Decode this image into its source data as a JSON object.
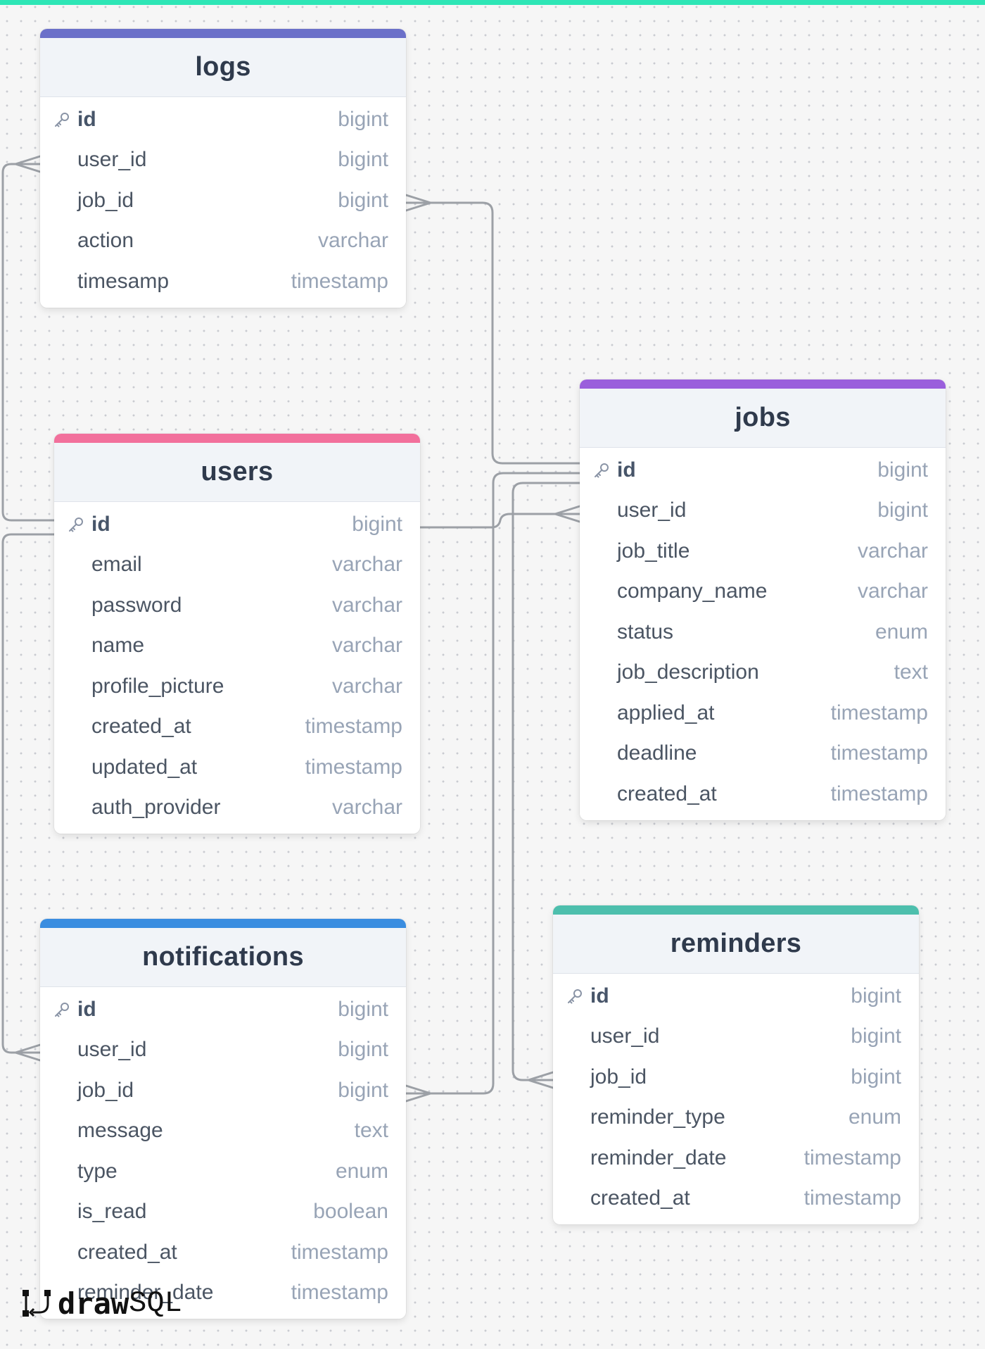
{
  "brand": {
    "word1": "draw",
    "word2": "SQL"
  },
  "colors": {
    "logs": "#6b70c9",
    "users": "#f2709c",
    "jobs": "#9a5fdc",
    "notifications": "#3a8de0",
    "reminders": "#4dbfad",
    "connector": "#9ca0a6",
    "canvas_accent": "#2ee6b6"
  },
  "tables": {
    "logs": {
      "name": "logs",
      "columns": [
        {
          "name": "id",
          "type": "bigint",
          "pk": true
        },
        {
          "name": "user_id",
          "type": "bigint"
        },
        {
          "name": "job_id",
          "type": "bigint"
        },
        {
          "name": "action",
          "type": "varchar"
        },
        {
          "name": "timesamp",
          "type": "timestamp"
        }
      ]
    },
    "users": {
      "name": "users",
      "columns": [
        {
          "name": "id",
          "type": "bigint",
          "pk": true
        },
        {
          "name": "email",
          "type": "varchar"
        },
        {
          "name": "password",
          "type": "varchar"
        },
        {
          "name": "name",
          "type": "varchar"
        },
        {
          "name": "profile_picture",
          "type": "varchar"
        },
        {
          "name": "created_at",
          "type": "timestamp"
        },
        {
          "name": "updated_at",
          "type": "timestamp"
        },
        {
          "name": "auth_provider",
          "type": "varchar"
        }
      ]
    },
    "jobs": {
      "name": "jobs",
      "columns": [
        {
          "name": "id",
          "type": "bigint",
          "pk": true
        },
        {
          "name": "user_id",
          "type": "bigint"
        },
        {
          "name": "job_title",
          "type": "varchar"
        },
        {
          "name": "company_name",
          "type": "varchar"
        },
        {
          "name": "status",
          "type": "enum"
        },
        {
          "name": "job_description",
          "type": "text"
        },
        {
          "name": "applied_at",
          "type": "timestamp"
        },
        {
          "name": "deadline",
          "type": "timestamp"
        },
        {
          "name": "created_at",
          "type": "timestamp"
        }
      ]
    },
    "notifications": {
      "name": "notifications",
      "columns": [
        {
          "name": "id",
          "type": "bigint",
          "pk": true
        },
        {
          "name": "user_id",
          "type": "bigint"
        },
        {
          "name": "job_id",
          "type": "bigint"
        },
        {
          "name": "message",
          "type": "text"
        },
        {
          "name": "type",
          "type": "enum"
        },
        {
          "name": "is_read",
          "type": "boolean"
        },
        {
          "name": "created_at",
          "type": "timestamp"
        },
        {
          "name": "reminder_date",
          "type": "timestamp"
        }
      ]
    },
    "reminders": {
      "name": "reminders",
      "columns": [
        {
          "name": "id",
          "type": "bigint",
          "pk": true
        },
        {
          "name": "user_id",
          "type": "bigint"
        },
        {
          "name": "job_id",
          "type": "bigint"
        },
        {
          "name": "reminder_type",
          "type": "enum"
        },
        {
          "name": "reminder_date",
          "type": "timestamp"
        },
        {
          "name": "created_at",
          "type": "timestamp"
        }
      ]
    }
  },
  "relationships": [
    {
      "from": "users.id",
      "to": "logs.user_id",
      "cardinality": "one-to-many"
    },
    {
      "from": "jobs.id",
      "to": "logs.job_id",
      "cardinality": "one-to-many"
    },
    {
      "from": "users.id",
      "to": "jobs.user_id",
      "cardinality": "one-to-many"
    },
    {
      "from": "users.id",
      "to": "notifications.user_id",
      "cardinality": "one-to-many"
    },
    {
      "from": "jobs.id",
      "to": "notifications.job_id",
      "cardinality": "one-to-many"
    },
    {
      "from": "jobs.id",
      "to": "reminders.job_id",
      "cardinality": "one-to-many"
    }
  ]
}
